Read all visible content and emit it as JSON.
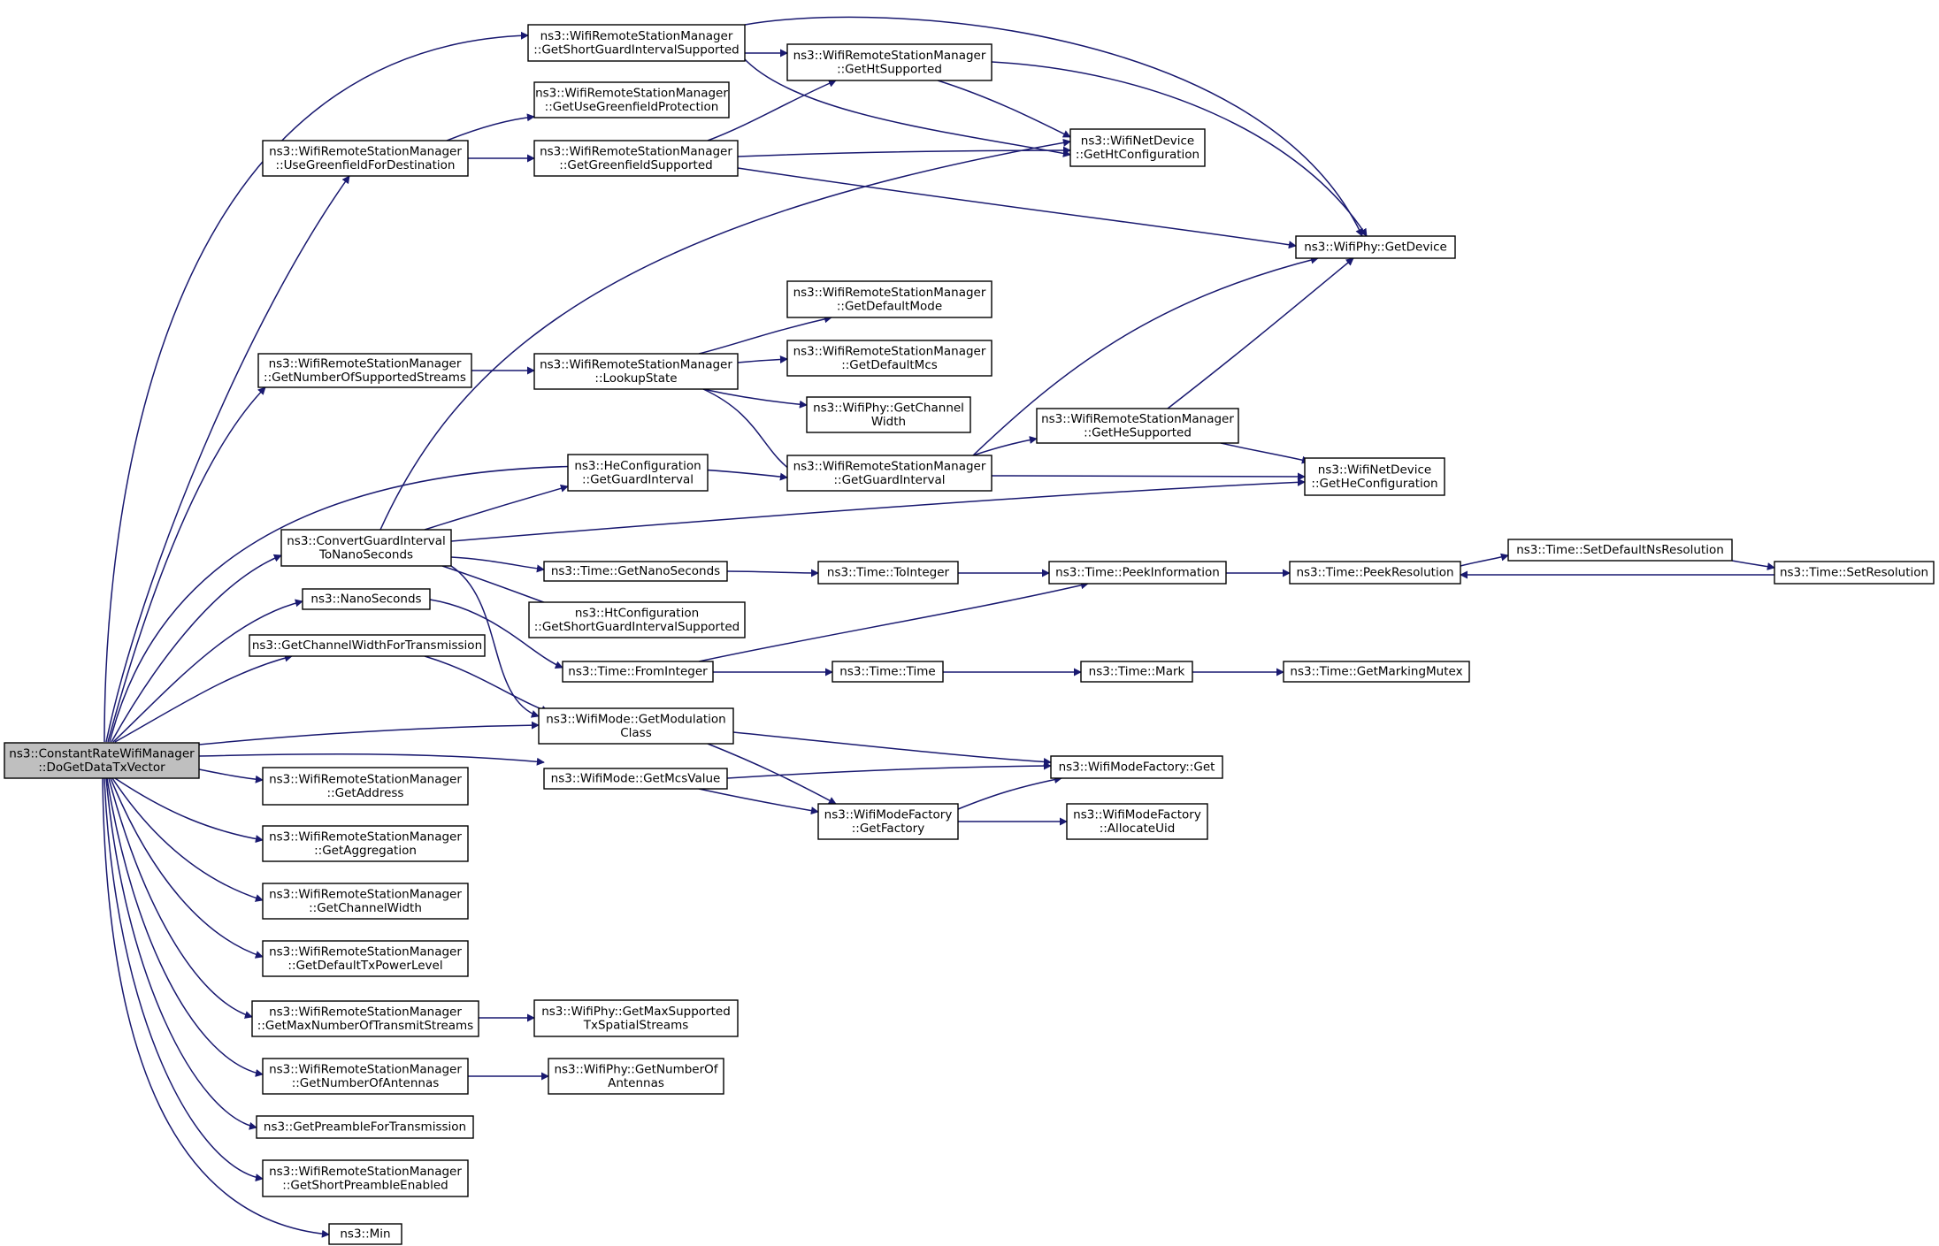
{
  "colors": {
    "edge": "#191970",
    "node_fill": "#ffffff",
    "root_fill": "#bfbfbf",
    "border": "#000000"
  },
  "nodes": [
    {
      "id": "root",
      "lines": [
        "ns3::ConstantRateWifiManager",
        "::DoGetDataTxVector"
      ],
      "root": true
    },
    {
      "id": "sgi",
      "lines": [
        "ns3::WifiRemoteStationManager",
        "::GetShortGuardIntervalSupported"
      ]
    },
    {
      "id": "htsup",
      "lines": [
        "ns3::WifiRemoteStationManager",
        "::GetHtSupported"
      ]
    },
    {
      "id": "ugp",
      "lines": [
        "ns3::WifiRemoteStationManager",
        "::GetUseGreenfieldProtection"
      ]
    },
    {
      "id": "ugfd",
      "lines": [
        "ns3::WifiRemoteStationManager",
        "::UseGreenfieldForDestination"
      ]
    },
    {
      "id": "gfsup",
      "lines": [
        "ns3::WifiRemoteStationManager",
        "::GetGreenfieldSupported"
      ]
    },
    {
      "id": "htconf",
      "lines": [
        "ns3::WifiNetDevice",
        "::GetHtConfiguration"
      ]
    },
    {
      "id": "getdev",
      "lines": [
        "ns3::WifiPhy::GetDevice"
      ]
    },
    {
      "id": "defmode",
      "lines": [
        "ns3::WifiRemoteStationManager",
        "::GetDefaultMode"
      ]
    },
    {
      "id": "defmcs",
      "lines": [
        "ns3::WifiRemoteStationManager",
        "::GetDefaultMcs"
      ]
    },
    {
      "id": "nss",
      "lines": [
        "ns3::WifiRemoteStationManager",
        "::GetNumberOfSupportedStreams"
      ]
    },
    {
      "id": "lookup",
      "lines": [
        "ns3::WifiRemoteStationManager",
        "::LookupState"
      ]
    },
    {
      "id": "chw",
      "lines": [
        "ns3::WifiPhy::GetChannel",
        "Width"
      ]
    },
    {
      "id": "hesup",
      "lines": [
        "ns3::WifiRemoteStationManager",
        "::GetHeSupported"
      ]
    },
    {
      "id": "heguard",
      "lines": [
        "ns3::HeConfiguration",
        "::GetGuardInterval"
      ]
    },
    {
      "id": "guard",
      "lines": [
        "ns3::WifiRemoteStationManager",
        "::GetGuardInterval"
      ]
    },
    {
      "id": "heconf",
      "lines": [
        "ns3::WifiNetDevice",
        "::GetHeConfiguration"
      ]
    },
    {
      "id": "cgi",
      "lines": [
        "ns3::ConvertGuardInterval",
        "ToNanoSeconds"
      ]
    },
    {
      "id": "getns",
      "lines": [
        "ns3::Time::GetNanoSeconds"
      ]
    },
    {
      "id": "toint",
      "lines": [
        "ns3::Time::ToInteger"
      ]
    },
    {
      "id": "peekinfo",
      "lines": [
        "ns3::Time::PeekInformation"
      ]
    },
    {
      "id": "peekres",
      "lines": [
        "ns3::Time::PeekResolution"
      ]
    },
    {
      "id": "setdef",
      "lines": [
        "ns3::Time::SetDefaultNsResolution"
      ]
    },
    {
      "id": "setres",
      "lines": [
        "ns3::Time::SetResolution"
      ]
    },
    {
      "id": "htsgi",
      "lines": [
        "ns3::HtConfiguration",
        "::GetShortGuardIntervalSupported"
      ]
    },
    {
      "id": "nanos",
      "lines": [
        "ns3::NanoSeconds"
      ]
    },
    {
      "id": "fromint",
      "lines": [
        "ns3::Time::FromInteger"
      ]
    },
    {
      "id": "time",
      "lines": [
        "ns3::Time::Time"
      ]
    },
    {
      "id": "mark",
      "lines": [
        "ns3::Time::Mark"
      ]
    },
    {
      "id": "mutex",
      "lines": [
        "ns3::Time::GetMarkingMutex"
      ]
    },
    {
      "id": "chwtx",
      "lines": [
        "ns3::GetChannelWidthForTransmission"
      ]
    },
    {
      "id": "modcls",
      "lines": [
        "ns3::WifiMode::GetModulation",
        "Class"
      ]
    },
    {
      "id": "mfget",
      "lines": [
        "ns3::WifiModeFactory::Get"
      ]
    },
    {
      "id": "mcsval",
      "lines": [
        "ns3::WifiMode::GetMcsValue"
      ]
    },
    {
      "id": "getfac",
      "lines": [
        "ns3::WifiModeFactory",
        "::GetFactory"
      ]
    },
    {
      "id": "alloc",
      "lines": [
        "ns3::WifiModeFactory",
        "::AllocateUid"
      ]
    },
    {
      "id": "addr",
      "lines": [
        "ns3::WifiRemoteStationManager",
        "::GetAddress"
      ]
    },
    {
      "id": "aggr",
      "lines": [
        "ns3::WifiRemoteStationManager",
        "::GetAggregation"
      ]
    },
    {
      "id": "rchw",
      "lines": [
        "ns3::WifiRemoteStationManager",
        "::GetChannelWidth"
      ]
    },
    {
      "id": "deftx",
      "lines": [
        "ns3::WifiRemoteStationManager",
        "::GetDefaultTxPowerLevel"
      ]
    },
    {
      "id": "maxnts",
      "lines": [
        "ns3::WifiRemoteStationManager",
        "::GetMaxNumberOfTransmitStreams"
      ]
    },
    {
      "id": "phymax",
      "lines": [
        "ns3::WifiPhy::GetMaxSupported",
        "TxSpatialStreams"
      ]
    },
    {
      "id": "nant",
      "lines": [
        "ns3::WifiRemoteStationManager",
        "::GetNumberOfAntennas"
      ]
    },
    {
      "id": "phyant",
      "lines": [
        "ns3::WifiPhy::GetNumberOf",
        "Antennas"
      ]
    },
    {
      "id": "preamble",
      "lines": [
        "ns3::GetPreambleForTransmission"
      ]
    },
    {
      "id": "shortpre",
      "lines": [
        "ns3::WifiRemoteStationManager",
        "::GetShortPreambleEnabled"
      ]
    },
    {
      "id": "min",
      "lines": [
        "ns3::Min"
      ]
    }
  ]
}
